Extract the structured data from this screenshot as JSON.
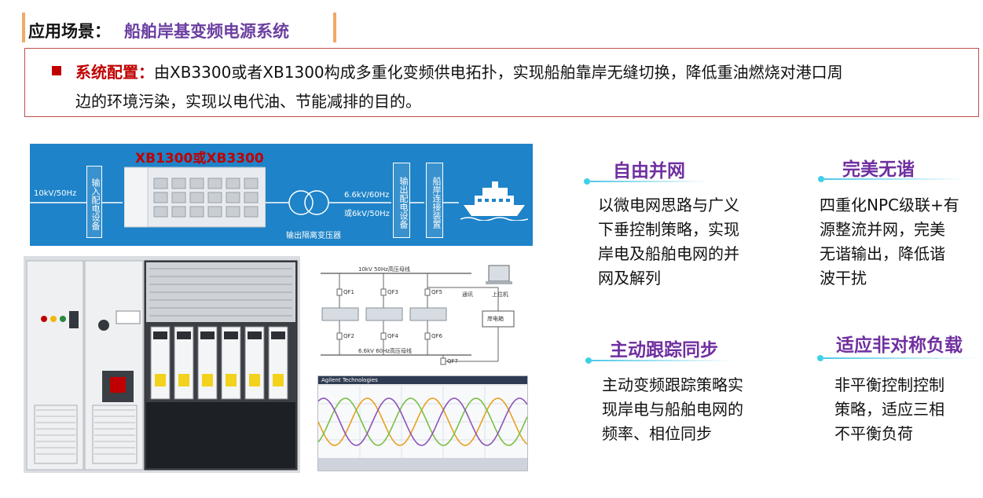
{
  "header": {
    "label": "应用场景：",
    "value": "船舶岸基变频电源系统"
  },
  "config": {
    "label": "系统配置：",
    "line1": "由XB3300或者XB1300构成多重化变频供电拓扑，实现船舶靠岸无缝切换，降低重油燃烧对港口周",
    "line2": "边的环境污染，实现以电代油、节能减排的目的。"
  },
  "diagram": {
    "cabinet_title": "XB1300或XB3300",
    "input_voltage": "10kV/50Hz",
    "input_equipment": "输入配电设备",
    "output_voltage_1": "6.6kV/60Hz",
    "output_voltage_2": "或6kV/50Hz",
    "transformer": "输出隔离变压器",
    "output_equipment": "输出配电设备",
    "shore_connection": "船岸连接装置"
  },
  "single_line": {
    "bus_top": "10kV 50Hz高压母线",
    "bus_bottom": "6.6kV 60Hz高压母线",
    "qf1": "QF1",
    "qf2": "QF2",
    "qf3": "QF3",
    "qf4": "QF4",
    "qf5": "QF5",
    "qf6": "QF6",
    "qf7": "QF7",
    "comm": "通讯",
    "host": "上位机",
    "shore_box": "岸电箱"
  },
  "scope": {
    "brand": "Agilent Technologies"
  },
  "features": [
    {
      "title": "自由并网",
      "lines": [
        "以微电网思路与广义",
        "下垂控制策略，实现",
        "岸电及船舶电网的并",
        "网及解列"
      ]
    },
    {
      "title": "完美无谐",
      "lines": [
        "四重化NPC级联+有",
        "源整流并网，完美",
        "无谐输出，降低谐",
        "波干扰"
      ]
    },
    {
      "title": "主动跟踪同步",
      "lines": [
        "主动变频跟踪策略实",
        "现岸电与船舶电网的",
        "频率、相位同步"
      ]
    },
    {
      "title": "适应非对称负载",
      "lines": [
        "非平衡控制控制",
        "策略，适应三相",
        "不平衡负荷"
      ]
    }
  ],
  "colors": {
    "accent_purple": "#7030a0",
    "accent_red": "#c00000",
    "header_bar": "#f0a868",
    "diagram_blue": "#1e83c8",
    "feature_dot": "#3fd0e8"
  }
}
